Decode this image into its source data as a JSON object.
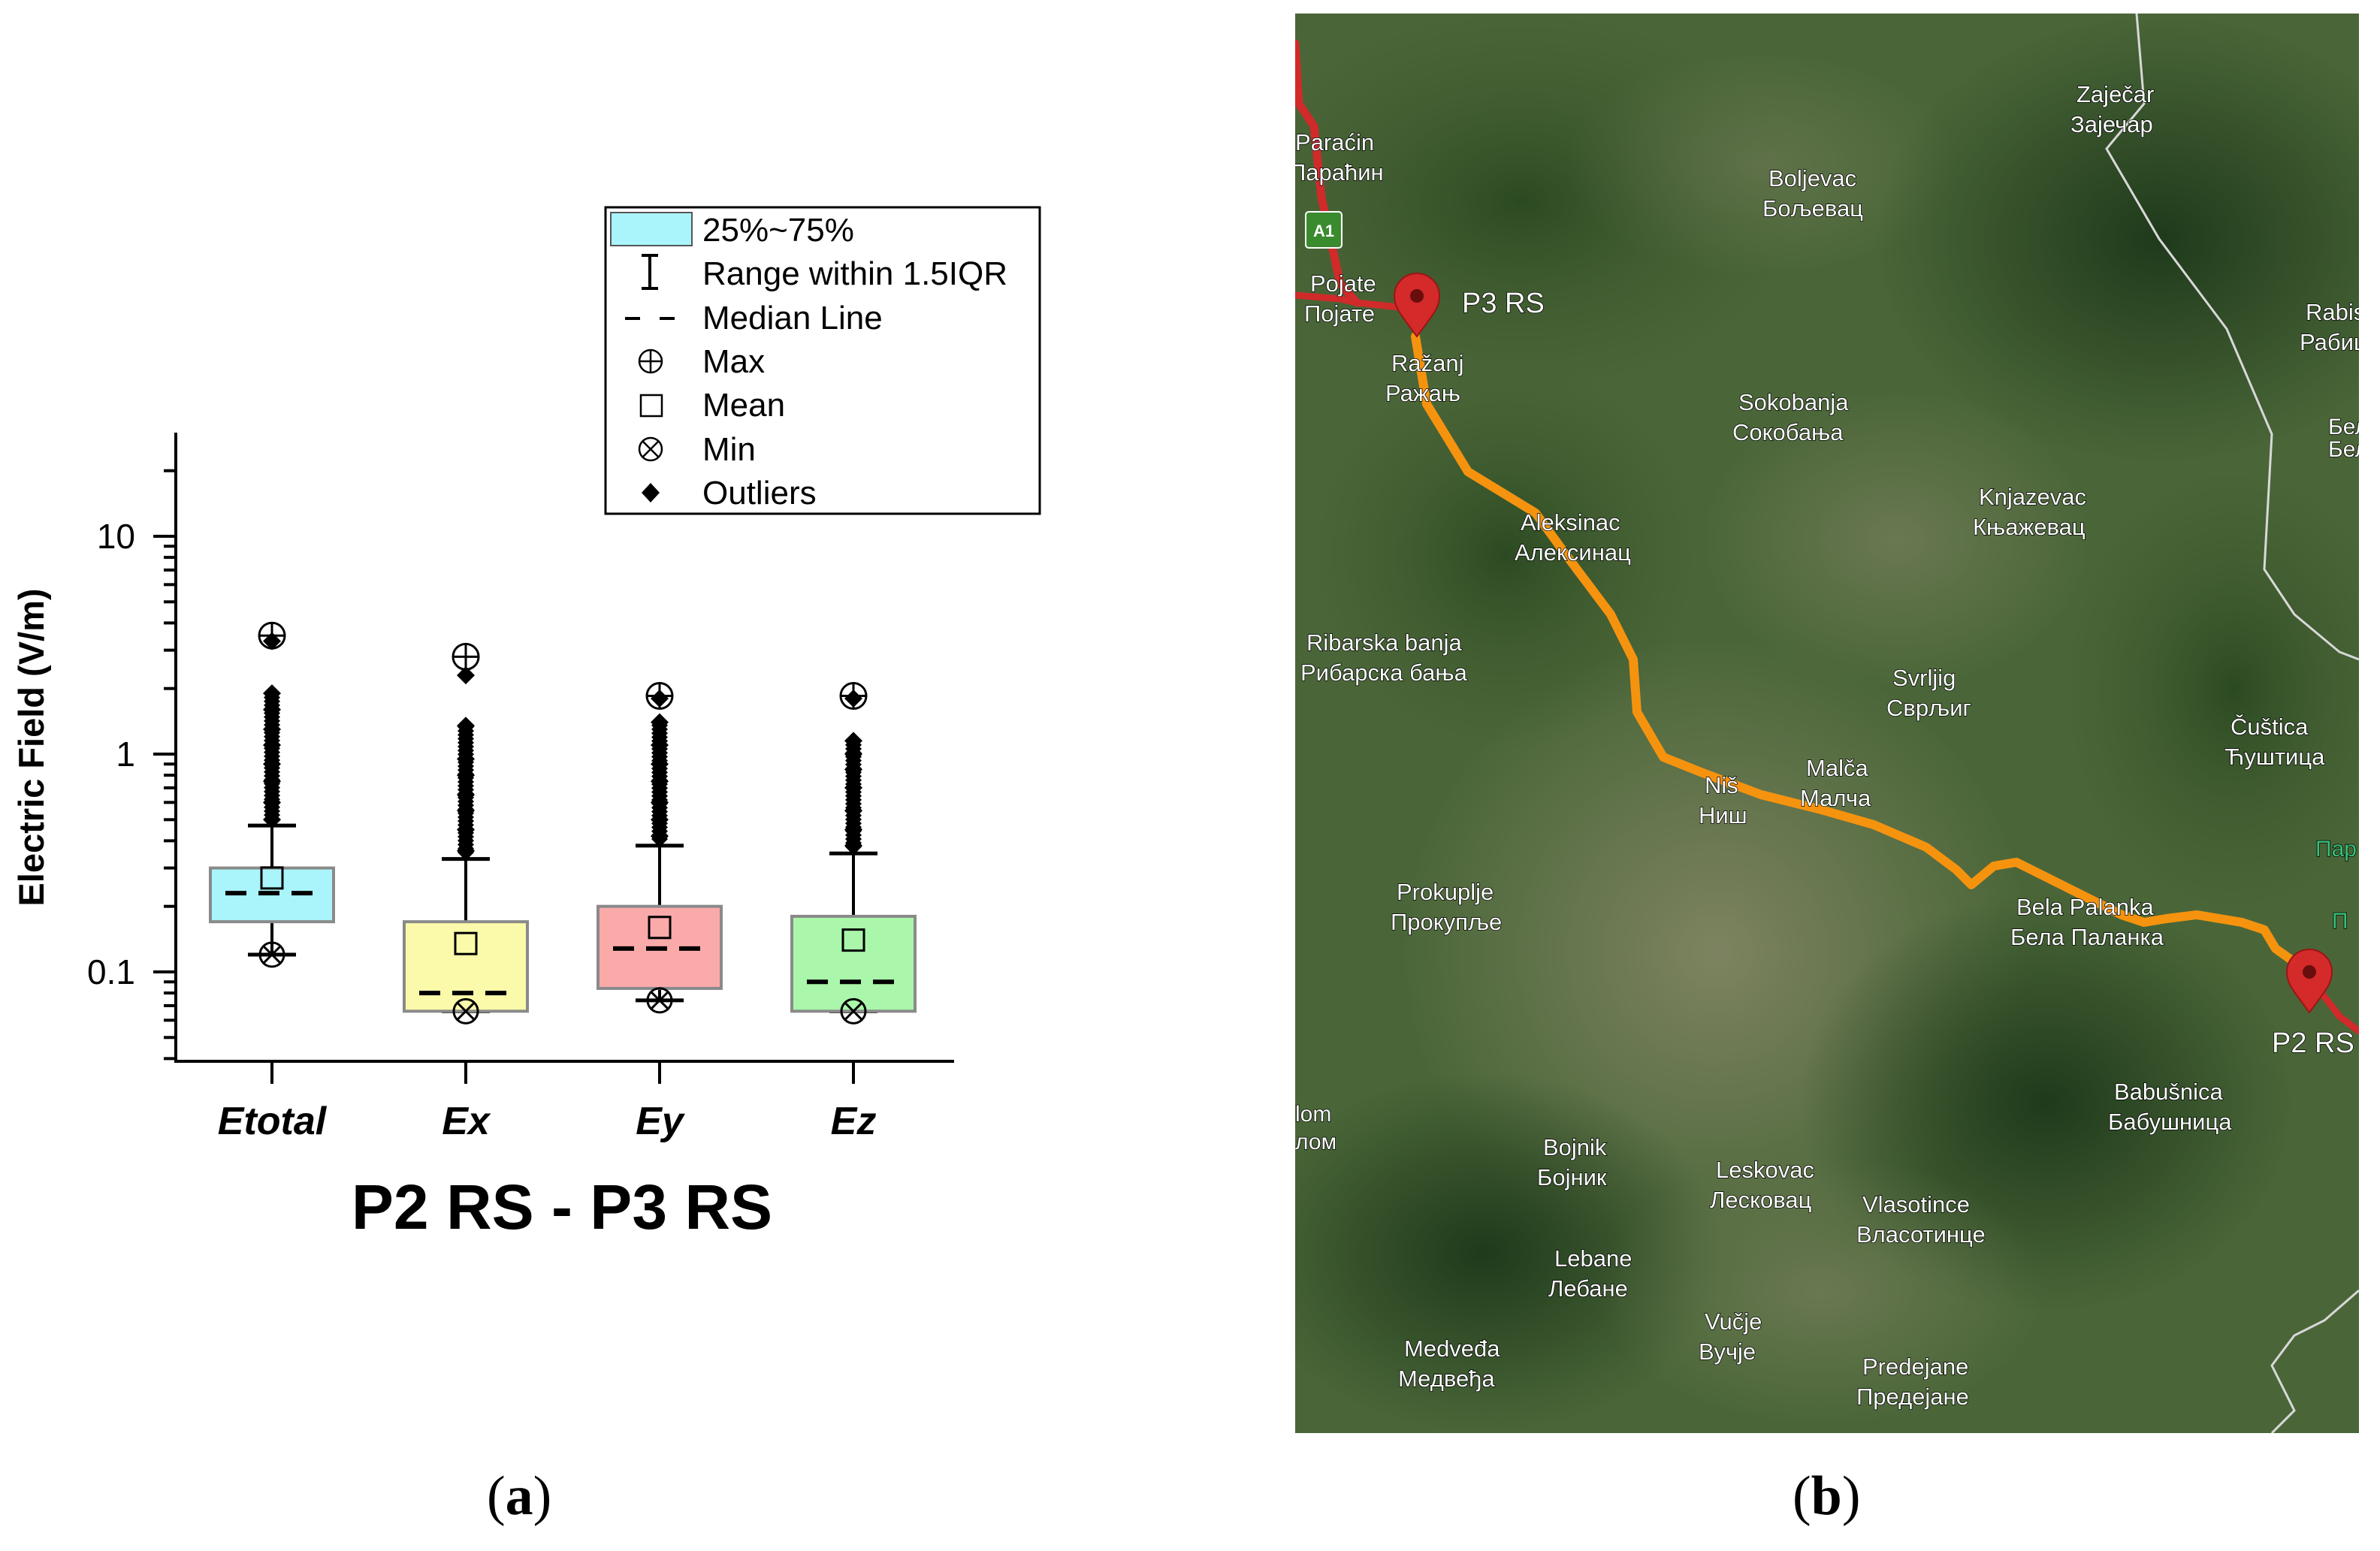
{
  "panel_a": {
    "caption_open": "(",
    "caption_letter": "a",
    "caption_close": ")"
  },
  "panel_b": {
    "caption_open": "(",
    "caption_letter": "b",
    "caption_close": ")"
  },
  "chart_data": {
    "type": "box",
    "title": "P2 RS - P3 RS",
    "xlabel": "",
    "ylabel": "Electric Field (V/m)",
    "yscale": "log",
    "ylim": [
      0.047,
      30
    ],
    "y_ticks": [
      {
        "value": 0.1,
        "label": "0.1"
      },
      {
        "value": 1,
        "label": "1"
      },
      {
        "value": 10,
        "label": "10"
      }
    ],
    "categories": [
      "Etotal",
      "Ex",
      "Ey",
      "Ez"
    ],
    "boxes": [
      {
        "name": "Etotal",
        "color": "#aaf5fb",
        "q1": 0.17,
        "q3": 0.3,
        "median": 0.23,
        "mean": 0.27,
        "whisker_low": 0.12,
        "whisker_high": 0.47,
        "min": 0.12,
        "max": 3.5,
        "outliers": [
          0.5,
          0.6,
          0.75,
          0.9,
          1.1,
          1.3,
          1.6,
          1.9,
          3.3
        ]
      },
      {
        "name": "Ex",
        "color": "#fbfaaa",
        "q1": 0.066,
        "q3": 0.17,
        "median": 0.08,
        "mean": 0.135,
        "whisker_low": 0.066,
        "whisker_high": 0.33,
        "min": 0.066,
        "max": 2.8,
        "outliers": [
          0.36,
          0.45,
          0.55,
          0.65,
          0.8,
          0.95,
          1.35,
          2.3
        ]
      },
      {
        "name": "Ey",
        "color": "#fbaaaa",
        "q1": 0.084,
        "q3": 0.2,
        "median": 0.128,
        "mean": 0.16,
        "whisker_low": 0.074,
        "whisker_high": 0.38,
        "min": 0.074,
        "max": 1.85,
        "outliers": [
          0.42,
          0.5,
          0.6,
          0.75,
          0.9,
          1.1,
          1.4,
          1.8
        ]
      },
      {
        "name": "Ez",
        "color": "#aaf6aa",
        "q1": 0.066,
        "q3": 0.18,
        "median": 0.09,
        "mean": 0.14,
        "whisker_low": 0.066,
        "whisker_high": 0.35,
        "min": 0.066,
        "max": 1.85,
        "outliers": [
          0.38,
          0.45,
          0.55,
          0.7,
          0.85,
          1.0,
          1.15,
          1.8
        ]
      }
    ],
    "legend": {
      "placement": "top",
      "entries": [
        "25%~75%",
        "Range within 1.5IQR",
        "Median Line",
        "Max",
        "Mean",
        "Min",
        "Outliers"
      ]
    }
  },
  "map": {
    "places": [
      {
        "latin": "Zaječar",
        "cyrillic": "Зајечар"
      },
      {
        "latin": "Boljevac",
        "cyrillic": "Бољевац"
      },
      {
        "latin": "Paraćin",
        "cyrillic": "Параћин"
      },
      {
        "latin": "Pojate",
        "cyrillic": "Појате"
      },
      {
        "latin": "Ražanj",
        "cyrillic": "Ражањ"
      },
      {
        "latin": "Sokobanja",
        "cyrillic": "Сокобања"
      },
      {
        "latin": "Rabisha",
        "cyrillic": "Рабиша"
      },
      {
        "latin": "Aleksinac",
        "cyrillic": "Алексинац"
      },
      {
        "latin": "Knjazevac",
        "cyrillic": "Књажевац"
      },
      {
        "latin": "Ribarska banja",
        "cyrillic": "Рибарска бања"
      },
      {
        "latin": "Svrljig",
        "cyrillic": "Сврљиг"
      },
      {
        "latin": "Čuštica",
        "cyrillic": "Ћуштица"
      },
      {
        "latin": "Niš",
        "cyrillic": "Ниш"
      },
      {
        "latin": "Malča",
        "cyrillic": "Малча"
      },
      {
        "latin": "Prokuplje",
        "cyrillic": "Прокупље"
      },
      {
        "latin": "Bela Palanka",
        "cyrillic": "Бела Паланка"
      },
      {
        "latin": "Babušnica",
        "cyrillic": "Бабушница"
      },
      {
        "latin": "Bojnik",
        "cyrillic": "Бојник"
      },
      {
        "latin": "Leskovac",
        "cyrillic": "Лесковац"
      },
      {
        "latin": "Vlasotince",
        "cyrillic": "Власотинце"
      },
      {
        "latin": "Lebane",
        "cyrillic": "Лебане"
      },
      {
        "latin": "Vučje",
        "cyrillic": "Вучје"
      },
      {
        "latin": "Medveđa",
        "cyrillic": "Медвеђа"
      },
      {
        "latin": "Predejane",
        "cyrillic": "Предејане"
      }
    ],
    "edge_labels": [
      "Бел",
      "Пар",
      "Бел",
      "П",
      "lom",
      "лом"
    ],
    "highway_badge": "A1",
    "markers": [
      {
        "label": "P3 RS"
      },
      {
        "label": "P2 RS"
      }
    ],
    "route_color": "#f5930f",
    "marker_color": "#d42a2a"
  }
}
